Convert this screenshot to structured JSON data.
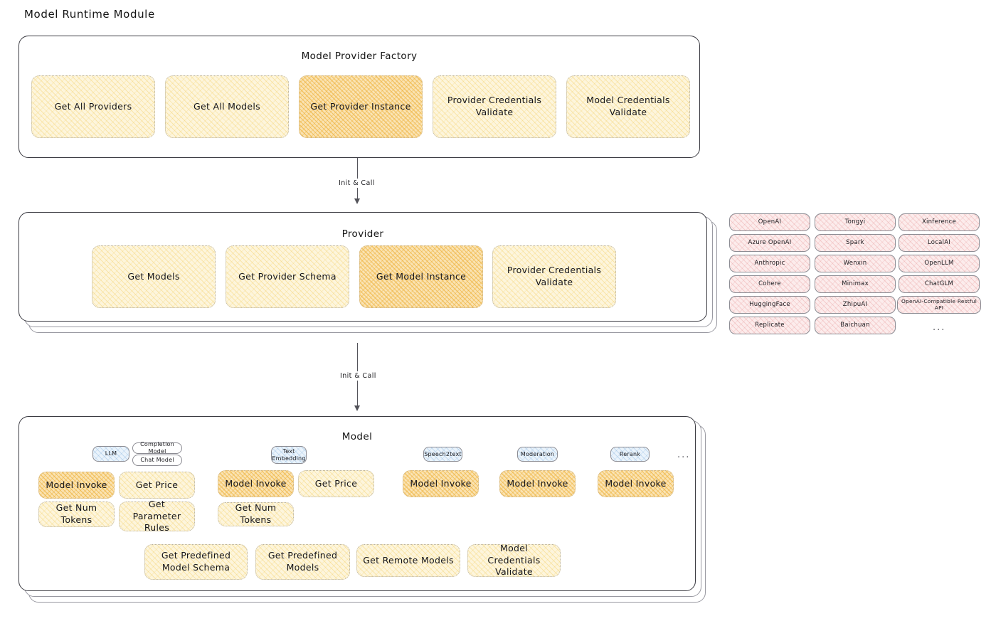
{
  "page": {
    "title": "Model Runtime Module"
  },
  "factory": {
    "title": "Model Provider Factory",
    "nodes": [
      {
        "label": "Get All Providers",
        "highlight": false
      },
      {
        "label": "Get All Models",
        "highlight": false
      },
      {
        "label": "Get Provider Instance",
        "highlight": true
      },
      {
        "label": "Provider Credentials Validate",
        "highlight": false
      },
      {
        "label": "Model Credentials Validate",
        "highlight": false
      }
    ]
  },
  "arrows": [
    {
      "label": "Init & Call"
    },
    {
      "label": "Init & Call"
    }
  ],
  "provider": {
    "title": "Provider",
    "nodes": [
      {
        "label": "Get Models",
        "highlight": false
      },
      {
        "label": "Get Provider Schema",
        "highlight": false
      },
      {
        "label": "Get Model Instance",
        "highlight": true
      },
      {
        "label": "Provider Credentials Validate",
        "highlight": false
      }
    ]
  },
  "provider_list": {
    "columns": [
      [
        "OpenAI",
        "Azure OpenAI",
        "Anthropic",
        "Cohere",
        "HuggingFace",
        "Replicate"
      ],
      [
        "Tongyi",
        "Spark",
        "Wenxin",
        "Minimax",
        "ZhipuAI",
        "Baichuan"
      ],
      [
        "Xinference",
        "LocalAI",
        "OpenLLM",
        "ChatGLM",
        "OpenAI-Compatible Restful API"
      ]
    ],
    "more": "..."
  },
  "model": {
    "title": "Model",
    "more": "...",
    "types": [
      {
        "name": "LLM",
        "subtags": [
          "Completion Model",
          "Chat Model"
        ],
        "ops": [
          {
            "label": "Model Invoke",
            "highlight": true
          },
          {
            "label": "Get Price",
            "highlight": false
          },
          {
            "label": "Get Num Tokens",
            "highlight": false
          },
          {
            "label": "Get Parameter Rules",
            "highlight": false
          }
        ]
      },
      {
        "name": "Text Embedding",
        "subtags": [],
        "ops": [
          {
            "label": "Model Invoke",
            "highlight": true
          },
          {
            "label": "Get Price",
            "highlight": false
          },
          {
            "label": "Get Num Tokens",
            "highlight": false
          }
        ]
      },
      {
        "name": "Speech2text",
        "subtags": [],
        "ops": [
          {
            "label": "Model Invoke",
            "highlight": true
          }
        ]
      },
      {
        "name": "Moderation",
        "subtags": [],
        "ops": [
          {
            "label": "Model Invoke",
            "highlight": true
          }
        ]
      },
      {
        "name": "Rerank",
        "subtags": [],
        "ops": [
          {
            "label": "Model Invoke",
            "highlight": true
          }
        ]
      }
    ],
    "common_ops": [
      {
        "label": "Get Predefined Model Schema"
      },
      {
        "label": "Get Predefined Models"
      },
      {
        "label": "Get Remote Models"
      },
      {
        "label": "Model Credentials Validate"
      }
    ]
  },
  "colors": {
    "highlight": "#f0b840",
    "node_fill": "#fdf5dc",
    "provider_tag": "#fcecec",
    "model_type_chip": "#eaf3fb",
    "stroke": "#3b3b42"
  }
}
